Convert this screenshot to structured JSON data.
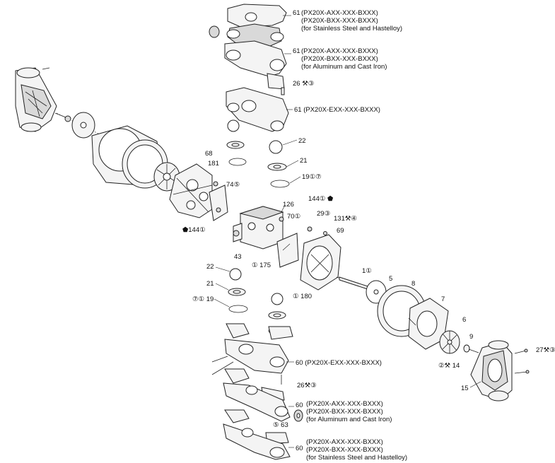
{
  "labels": {
    "p61_a": "61",
    "p61_a_codes": [
      "(PX20X-AXX-XXX-BXXX)",
      "(PX20X-BXX-XXX-BXXX)",
      "(for Stainless Steel and Hastelloy)"
    ],
    "p61_b": "61",
    "p61_b_codes": [
      "(PX20X-AXX-XXX-BXXX)",
      "(PX20X-BXX-XXX-BXXX)",
      "(for Aluminum and Cast Iron)"
    ],
    "p26_top": "26",
    "p61_c": "61 (PX20X-EXX-XXX-BXXX)",
    "p22_top": "22",
    "p21_top": "21",
    "p19_top": "19",
    "p68": "68",
    "p181": "181",
    "p74": "74",
    "p144_top": "144",
    "p126": "126",
    "p29": "29",
    "p70": "70",
    "p131": "131",
    "p69": "69",
    "p144_left": "144",
    "p43": "43",
    "p175": "175",
    "p22_bot": "22",
    "p21_bot": "21",
    "p19_bot": "19",
    "p1": "1",
    "p5": "5",
    "p8": "8",
    "p180": "180",
    "p7": "7",
    "p6": "6",
    "p9": "9",
    "p27": "27",
    "p14": "14",
    "p15": "15",
    "p60_e": "60  (PX20X-EXX-XXX-BXXX)",
    "p26_bot": "26",
    "p60_a": "60",
    "p60_a_codes": [
      "(PX20X-AXX-XXX-BXXX)",
      "(PX20X-BXX-XXX-BXXX)",
      "(for Aluminum and Cast Iron)"
    ],
    "p63": "63",
    "p60_b": "60",
    "p60_b_codes": [
      "(PX20X-AXX-XXX-BXXX)",
      "(PX20X-BXX-XXX-BXXX)",
      "(for Stainless Steel and Hastelloy)"
    ]
  },
  "icons": [
    "wrench-icon",
    "circled-number-icon",
    "gear-icon"
  ]
}
